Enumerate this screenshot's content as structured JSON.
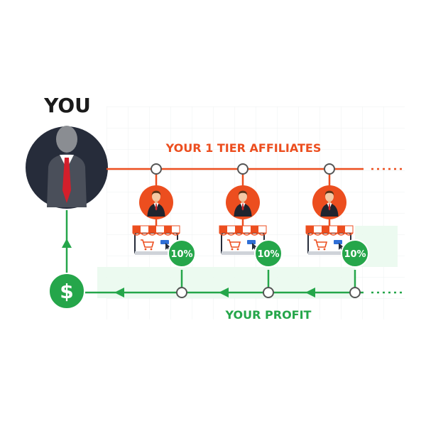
{
  "heading": "YOU",
  "tier_label": "YOUR 1 TIER AFFILIATES",
  "profit_label": "YOUR PROFIT",
  "dollar_symbol": "$",
  "affiliates": [
    {
      "commission": "10%"
    },
    {
      "commission": "10%"
    },
    {
      "commission": "10%"
    }
  ],
  "colors": {
    "orange": "#ec4e1f",
    "green": "#25a64a",
    "navy": "#262c3a",
    "grid": "#eef0f2",
    "green_fill": "#eafaee",
    "icon_blue": "#2f6fd6"
  },
  "icons": [
    "person-silhouette-icon",
    "businessman-avatar-icon",
    "storefront-icon",
    "shopping-cart-icon",
    "cursor-icon",
    "dollar-icon"
  ]
}
